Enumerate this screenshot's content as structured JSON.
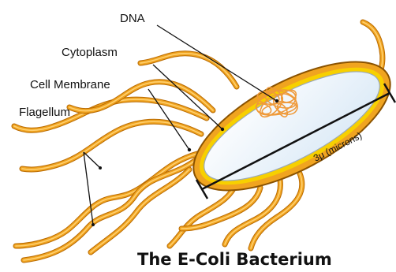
{
  "labels": {
    "dna": "DNA",
    "cytoplasm": "Cytoplasm",
    "cell_membrane": "Cell Membrane",
    "flagellum": "Flagellum"
  },
  "dimension": "3μ (microns)",
  "title": "The E-Coli Bacterium",
  "colors": {
    "flagellum": "#f0a420",
    "membrane": "#f5c000",
    "cytoplasm": "#e8f2fb",
    "dna": "#f09a3a"
  }
}
